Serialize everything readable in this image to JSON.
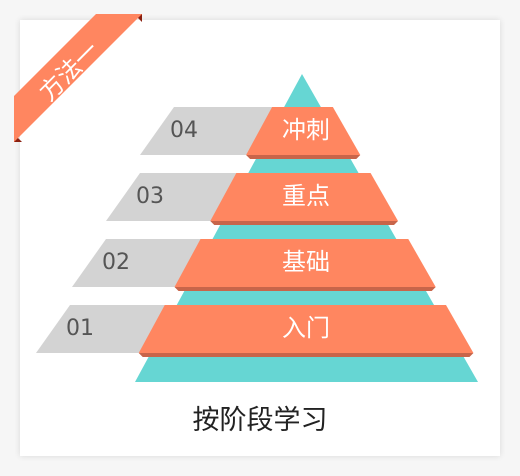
{
  "badge": {
    "label": "方法一",
    "color": "#ff8660",
    "fold_color": "#8a2010"
  },
  "pyramid": {
    "color": "#66d6d3",
    "band_color": "#ff8660",
    "band_shadow": "#c8654a",
    "tab_color": "#d3d3d3",
    "tab_text_color": "#555555",
    "levels": [
      {
        "number": "04",
        "label": "冲刺"
      },
      {
        "number": "03",
        "label": "重点"
      },
      {
        "number": "02",
        "label": "基础"
      },
      {
        "number": "01",
        "label": "入门"
      }
    ]
  },
  "caption": "按阶段学习"
}
